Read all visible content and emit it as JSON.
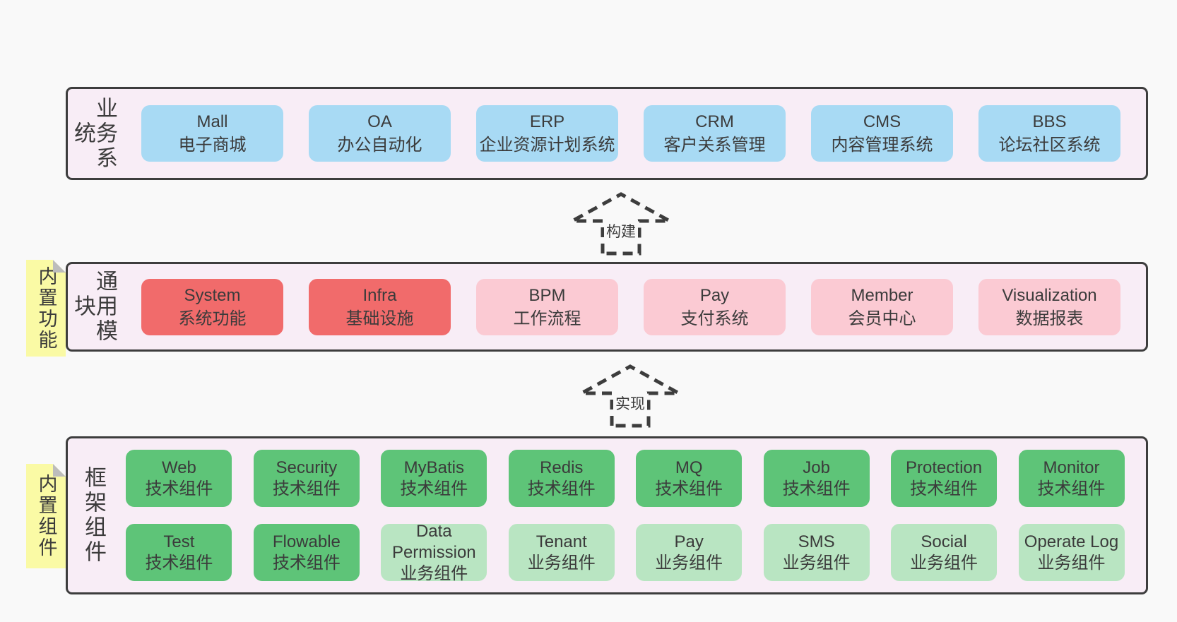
{
  "colors": {
    "page_bg": "#f9f9f9",
    "band_bg": "#f8edf6",
    "band_border": "#3d3d3d",
    "text": "#3b3b3b",
    "blue": "#a8daf4",
    "red": "#f16b6b",
    "pink": "#fbcad3",
    "green": "#5ec478",
    "green_light": "#b9e5c2",
    "yellow": "#fafaa5",
    "fold": "#bcbcbc"
  },
  "bands": [
    {
      "label": "业务系统",
      "boxes": [
        {
          "title": "Mall",
          "subtitle": "电子商城",
          "color": "blue"
        },
        {
          "title": "OA",
          "subtitle": "办公自动化",
          "color": "blue"
        },
        {
          "title": "ERP",
          "subtitle": "企业资源计划系统",
          "color": "blue"
        },
        {
          "title": "CRM",
          "subtitle": "客户关系管理",
          "color": "blue"
        },
        {
          "title": "CMS",
          "subtitle": "内容管理系统",
          "color": "blue"
        },
        {
          "title": "BBS",
          "subtitle": "论坛社区系统",
          "color": "blue"
        }
      ]
    },
    {
      "label": "通用模块",
      "sticky": "内置功能",
      "boxes": [
        {
          "title": "System",
          "subtitle": "系统功能",
          "color": "red"
        },
        {
          "title": "Infra",
          "subtitle": "基础设施",
          "color": "red"
        },
        {
          "title": "BPM",
          "subtitle": "工作流程",
          "color": "pink"
        },
        {
          "title": "Pay",
          "subtitle": "支付系统",
          "color": "pink"
        },
        {
          "title": "Member",
          "subtitle": "会员中心",
          "color": "pink"
        },
        {
          "title": "Visualization",
          "subtitle": "数据报表",
          "color": "pink"
        }
      ]
    },
    {
      "label": "框架组件",
      "sticky": "内置组件",
      "rows": [
        [
          {
            "title": "Web",
            "subtitle": "技术组件",
            "color": "green"
          },
          {
            "title": "Security",
            "subtitle": "技术组件",
            "color": "green"
          },
          {
            "title": "MyBatis",
            "subtitle": "技术组件",
            "color": "green"
          },
          {
            "title": "Redis",
            "subtitle": "技术组件",
            "color": "green"
          },
          {
            "title": "MQ",
            "subtitle": "技术组件",
            "color": "green"
          },
          {
            "title": "Job",
            "subtitle": "技术组件",
            "color": "green"
          },
          {
            "title": "Protection",
            "subtitle": "技术组件",
            "color": "green"
          },
          {
            "title": "Monitor",
            "subtitle": "技术组件",
            "color": "green"
          }
        ],
        [
          {
            "title": "Test",
            "subtitle": "技术组件",
            "color": "green"
          },
          {
            "title": "Flowable",
            "subtitle": "技术组件",
            "color": "green"
          },
          {
            "title": "Data Permission",
            "subtitle": "业务组件",
            "color": "green_light"
          },
          {
            "title": "Tenant",
            "subtitle": "业务组件",
            "color": "green_light"
          },
          {
            "title": "Pay",
            "subtitle": "业务组件",
            "color": "green_light"
          },
          {
            "title": "SMS",
            "subtitle": "业务组件",
            "color": "green_light"
          },
          {
            "title": "Social",
            "subtitle": "业务组件",
            "color": "green_light"
          },
          {
            "title": "Operate Log",
            "subtitle": "业务组件",
            "color": "green_light"
          }
        ]
      ]
    }
  ],
  "arrows": [
    {
      "label": "构建"
    },
    {
      "label": "实现"
    }
  ]
}
